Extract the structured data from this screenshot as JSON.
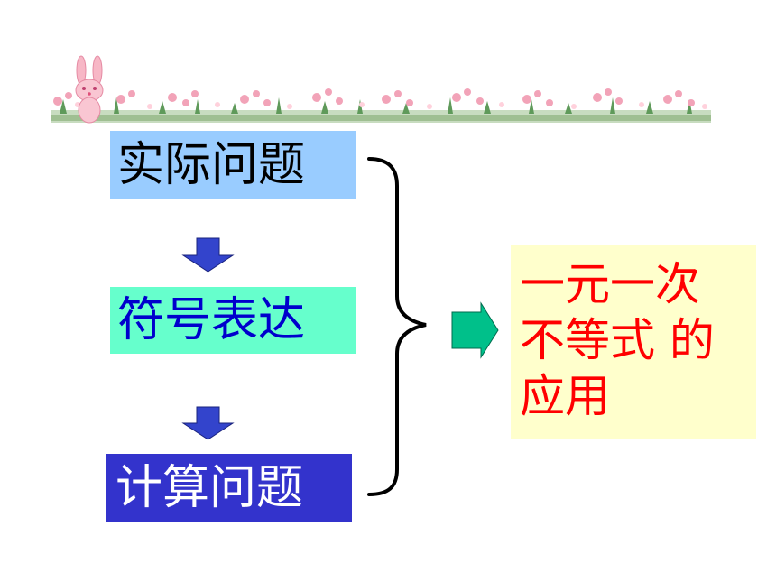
{
  "steps": [
    {
      "label": "实际问题",
      "bg": "#99ccff",
      "color": "#000000"
    },
    {
      "label": "符号表达",
      "bg": "#66ffcc",
      "color": "#0000cc"
    },
    {
      "label": "计算问题",
      "bg": "#3333cc",
      "color": "#ffffff"
    }
  ],
  "result": {
    "lines": [
      "一元一次",
      "不等式 的",
      "应用"
    ],
    "bg": "#ffffcc",
    "color": "#ff0000"
  },
  "colors": {
    "down_arrow": "#3344cc",
    "right_arrow": "#00c08a",
    "brace": "#000000"
  },
  "icons": [
    "bunny-icon",
    "flower-border"
  ]
}
